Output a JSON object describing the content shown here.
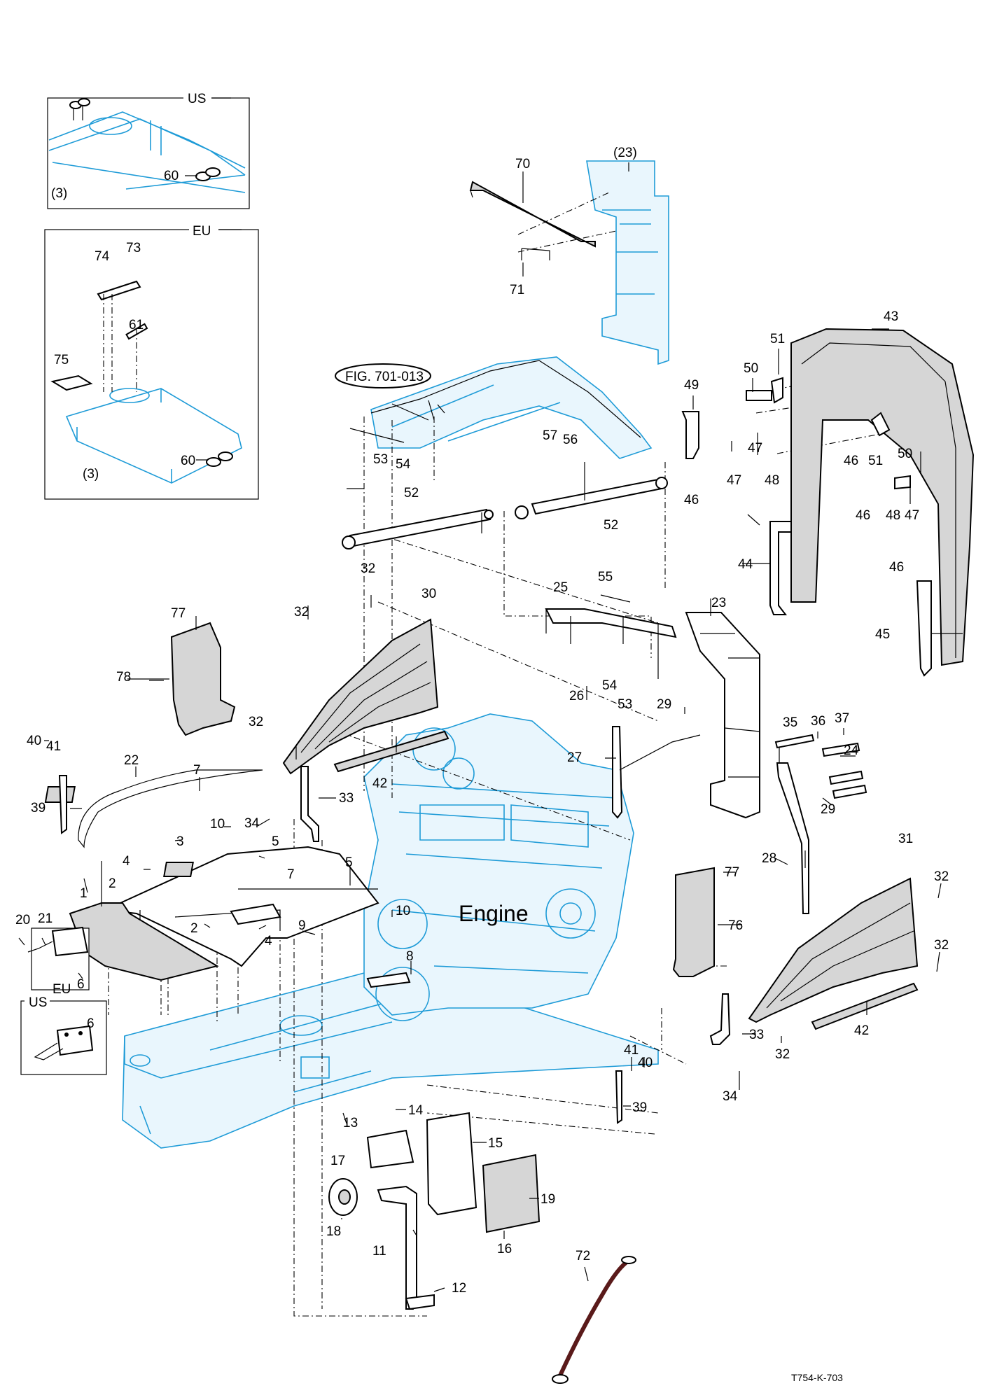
{
  "diagram": {
    "drawing_code": "T754-K-703",
    "engine_label": "Engine",
    "figure_ref": "FIG. 701-013",
    "inset_us_top": {
      "title": "US",
      "labels": [
        "60",
        "(3)"
      ]
    },
    "inset_eu": {
      "title": "EU",
      "labels": [
        "74",
        "73",
        "61",
        "75",
        "60",
        "(3)"
      ]
    },
    "inset_us_bottom": {
      "title": "US",
      "labels": [
        "6"
      ]
    },
    "eu_tag": "EU",
    "part_labels": [
      "70",
      "(23)",
      "71",
      "43",
      "51",
      "49",
      "50",
      "46",
      "47",
      "47",
      "51",
      "50",
      "46",
      "48",
      "46",
      "48",
      "47",
      "46",
      "44",
      "45",
      "57",
      "56",
      "53",
      "54",
      "52",
      "52",
      "32",
      "55",
      "25",
      "23",
      "77",
      "32",
      "30",
      "78",
      "54",
      "26",
      "53",
      "29",
      "32",
      "40",
      "41",
      "22",
      "7",
      "39",
      "42",
      "27",
      "35",
      "36",
      "37",
      "24",
      "29",
      "33",
      "10",
      "34",
      "5",
      "3",
      "4",
      "9",
      "1",
      "2",
      "20",
      "21",
      "6",
      "2",
      "4",
      "10",
      "8",
      "7",
      "5",
      "77",
      "76",
      "28",
      "31",
      "32",
      "32",
      "42",
      "33",
      "32",
      "41",
      "40",
      "39",
      "34",
      "14",
      "13",
      "15",
      "17",
      "19",
      "18",
      "11",
      "16",
      "12",
      "72"
    ]
  },
  "colors": {
    "engine_line": "#1e9bd7",
    "part_line": "#000000"
  }
}
